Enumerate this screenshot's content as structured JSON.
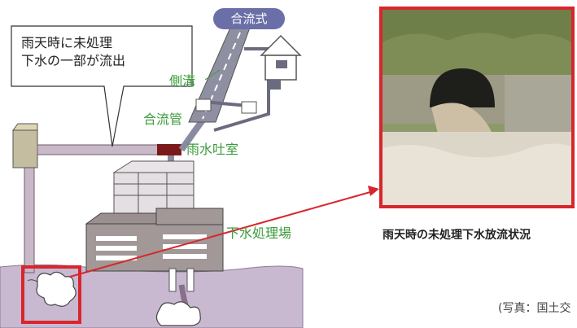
{
  "diagram": {
    "badge": "合流式",
    "speech_lines": [
      "雨天時に未処理",
      "下水の一部が流出"
    ],
    "labels": {
      "gutter": "側溝",
      "combined_pipe": "合流管",
      "rain_discharge_chamber": "雨水吐室",
      "treatment_plant": "下水処理場"
    }
  },
  "photo": {
    "caption": "雨天時の未処理下水放流状況",
    "credit": "(写真：国土交"
  },
  "colors": {
    "highlight": "#d8262c",
    "label_green": "#3a9a3a",
    "badge": "#6a6fa8",
    "pipe": "#c9b8c8",
    "ground": "#c8b8d0"
  }
}
